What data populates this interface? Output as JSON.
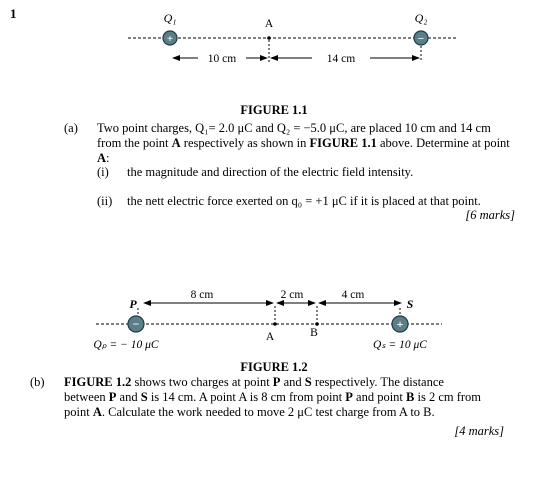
{
  "question_number": "1",
  "figure1": {
    "q1_label": "Q₁",
    "q2_label": "Q₂",
    "point_a": "A",
    "dist_left": "10 cm",
    "dist_right": "14 cm",
    "caption": "FIGURE 1.1",
    "q1_sign": "+",
    "q2_sign": "−"
  },
  "part_a": {
    "label": "(a)",
    "text_line1": "Two point charges, Q₁= 2.0 μC and Q₂ = −5.0 μC, are placed 10 cm and 14 cm",
    "text_line2_prefix": "from the point ",
    "text_line2_bold1": "A",
    "text_line2_mid": " respectively as shown in ",
    "text_line2_bold2": "FIGURE 1.1",
    "text_line2_suffix": " above. Determine at point",
    "text_line3_bold": "A",
    "text_line3_suffix": ":",
    "sub_i_label": "(i)",
    "sub_i_text": "the magnitude and direction of the electric field intensity.",
    "sub_ii_label": "(ii)",
    "sub_ii_text": "the nett electric force exerted on q₀ = +1 μC if it is placed at that point.",
    "marks": "[6 marks]"
  },
  "figure2": {
    "p_label": "P",
    "s_label": "S",
    "a_label": "A",
    "b_label": "B",
    "dist_ps_left": "8 cm",
    "dist_ab": "2 cm",
    "dist_right": "4 cm",
    "qp_label": "Qₚ = − 10 μC",
    "qs_label": "Qₛ = 10 μC",
    "caption": "FIGURE 1.2",
    "p_sign": "−",
    "s_sign": "+"
  },
  "part_b": {
    "label": "(b)",
    "line1_bold1": "FIGURE 1.2",
    "line1_mid": " shows two charges at point ",
    "line1_bold2": "P",
    "line1_and": " and ",
    "line1_bold3": "S",
    "line1_suffix": " respectively. The distance",
    "line2_prefix": "between ",
    "line2_bold1": "P",
    "line2_and": " and ",
    "line2_bold2": "S",
    "line2_mid": " is 14 cm. A point A is 8 cm from point ",
    "line2_bold3": "P",
    "line2_and2": " and point ",
    "line2_bold4": "B",
    "line2_suffix": " is 2 cm from",
    "line3_prefix": "point ",
    "line3_bold": "A",
    "line3_suffix": ". Calculate the work needed to move 2 μC test charge from A to B.",
    "marks": "[4 marks]"
  },
  "colors": {
    "charge_fill": "#5b7f88",
    "charge_stroke": "#1f3a44",
    "line": "#000000"
  }
}
